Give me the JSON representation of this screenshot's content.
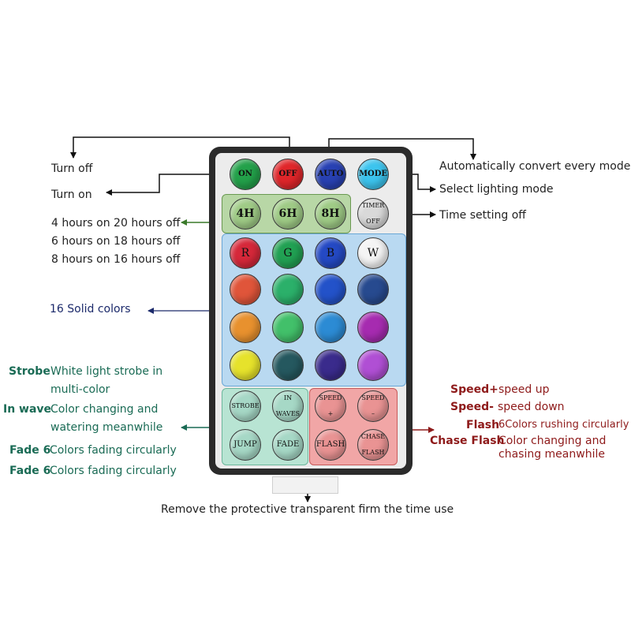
{
  "remote": {
    "row1": [
      {
        "label": "ON",
        "color": "#23a14a"
      },
      {
        "label": "OFF",
        "color": "#e0262a"
      },
      {
        "label": "AUTO",
        "color": "#2841b3"
      },
      {
        "label": "MODE",
        "color": "#3cc4ee"
      }
    ],
    "timers": [
      {
        "label": "4H"
      },
      {
        "label": "6H"
      },
      {
        "label": "8H"
      }
    ],
    "timer_off": {
      "line1": "TIMER",
      "line2": "OFF"
    },
    "colors_row1": [
      {
        "label": "R",
        "color": "#d6283a"
      },
      {
        "label": "G",
        "color": "#21a153"
      },
      {
        "label": "B",
        "color": "#2449c4"
      },
      {
        "label": "W",
        "color": "#f4f4f4"
      }
    ],
    "solid_colors": [
      "#e0553a",
      "#2bb06a",
      "#2352c9",
      "#274a8f",
      "#e8912e",
      "#42c06a",
      "#2c8bd4",
      "#a62bb0",
      "#e6e22b",
      "#25585f",
      "#3a2b8c",
      "#b04fd4"
    ],
    "effects": [
      {
        "line1": "STROBE",
        "line2": ""
      },
      {
        "line1": "IN",
        "line2": "WAVES"
      },
      {
        "line1": "JUMP",
        "line2": ""
      },
      {
        "line1": "FADE",
        "line2": ""
      }
    ],
    "speeds": [
      {
        "line1": "SPEED",
        "line2": "+"
      },
      {
        "line1": "SPEED",
        "line2": "–"
      },
      {
        "line1": "FLASH",
        "line2": ""
      },
      {
        "line1": "CHASE",
        "line2": "FLASH"
      }
    ],
    "group_colors": {
      "top": "#c9ccd1",
      "timer": "#b8d7a6",
      "timer_border": "#6b9a52",
      "colors": "#b9d9f1",
      "colors_border": "#6aa7d6",
      "effects": "#b8e4d3",
      "effects_border": "#6cb79c",
      "speed": "#f1a6a6",
      "speed_border": "#c85a5a",
      "neutral_btn": "#d9d9d9",
      "timer_btn": "#9fcb86",
      "effect_btn": "#a6d8c6",
      "speed_btn": "#e99393"
    }
  },
  "annotations": {
    "turn_off": "Turn off",
    "turn_on": "Turn on",
    "auto": "Automatically convert every mode",
    "mode": "Select lighting mode",
    "timer_off": "Time setting off",
    "hours": [
      "4 hours on 20 hours off",
      "6 hours on 18 hours off",
      "8 hours on 16 hours off"
    ],
    "solid": "16 Solid colors",
    "strobe_key": "Strobe",
    "strobe_val_1": "White light strobe in",
    "strobe_val_2": "multi-color",
    "wave_key": "In wave",
    "wave_val_1": "Color changing and",
    "wave_val_2": "watering meanwhile",
    "fade1_key": "Fade 6",
    "fade1_val": "Colors fading circularly",
    "fade2_key": "Fade 6",
    "fade2_val": "Colors fading circularly",
    "speed_up_key": "Speed+",
    "speed_up_val": "speed up",
    "speed_down_key": "Speed-",
    "speed_down_val": "speed down",
    "flash_key": "Flash",
    "flash_val": "6Colors rushing circularly",
    "chase_key": "Chase Flash",
    "chase_val_1": "Color changing and",
    "chase_val_2": "chasing meanwhile",
    "bottom": "Remove the protective transparent firm the time use"
  }
}
